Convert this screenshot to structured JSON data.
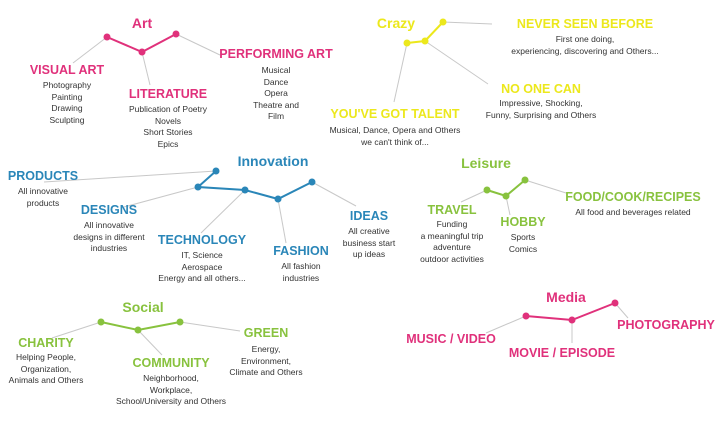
{
  "colors": {
    "art": "#e0317b",
    "crazy": "#ece81c",
    "innovation": "#2a86b8",
    "leisure": "#88c23e",
    "social": "#88c23e",
    "media": "#e0317b",
    "line": "#c8c8c8"
  },
  "art": {
    "title": "Art",
    "visual_art": {
      "label": "VISUAL ART",
      "desc": [
        "Photography",
        "Painting",
        "Drawing",
        "Sculpting"
      ]
    },
    "literature": {
      "label": "LITERATURE",
      "desc": [
        "Publication of Poetry",
        "Novels",
        "Short Stories",
        "Epics"
      ]
    },
    "performing_art": {
      "label": "PERFORMING ART",
      "desc": [
        "Musical",
        "Dance",
        "Opera",
        "Theatre and",
        "Film"
      ]
    }
  },
  "crazy": {
    "title": "Crazy",
    "never_seen": {
      "label": "NEVER SEEN BEFORE",
      "desc": [
        "First one doing,",
        "experiencing, discovering and Others..."
      ]
    },
    "no_one_can": {
      "label": "NO ONE CAN",
      "desc": [
        "Impressive, Shocking,",
        "Funny, Surprising and Others"
      ]
    },
    "talent": {
      "label": "YOU'VE GOT TALENT",
      "desc": [
        "Musical, Dance, Opera and Others",
        "we can't think of..."
      ]
    }
  },
  "innovation": {
    "title": "Innovation",
    "products": {
      "label": "PRODUCTS",
      "desc": [
        "All innovative",
        "products"
      ]
    },
    "designs": {
      "label": "DESIGNS",
      "desc": [
        "All innovative",
        "designs in different",
        "industries"
      ]
    },
    "technology": {
      "label": "TECHNOLOGY",
      "desc": [
        "IT, Science",
        "Aerospace",
        "Energy and all others..."
      ]
    },
    "fashion": {
      "label": "FASHION",
      "desc": [
        "All fashion",
        "industries"
      ]
    },
    "ideas": {
      "label": "IDEAS",
      "desc": [
        "All creative",
        "business start",
        "up ideas"
      ]
    }
  },
  "leisure": {
    "title": "Leisure",
    "travel": {
      "label": "TRAVEL",
      "desc": [
        "Funding",
        "a meaningful trip",
        "adventure",
        "outdoor activities"
      ]
    },
    "hobby": {
      "label": "HOBBY",
      "desc": [
        "Sports",
        "Comics"
      ]
    },
    "food": {
      "label": "FOOD/COOK/RECIPES",
      "desc": [
        "All food and beverages related"
      ]
    }
  },
  "social": {
    "title": "Social",
    "charity": {
      "label": "CHARITY",
      "desc": [
        "Helping People,",
        "Organization,",
        "Animals and Others"
      ]
    },
    "community": {
      "label": "COMMUNITY",
      "desc": [
        "Neighborhood,",
        "Workplace,",
        "School/University and Others"
      ]
    },
    "green": {
      "label": "GREEN",
      "desc": [
        "Energy,",
        "Environment,",
        "Climate and Others"
      ]
    }
  },
  "media": {
    "title": "Media",
    "music": {
      "label": "MUSIC / VIDEO"
    },
    "movie": {
      "label": "MOVIE / EPISODE"
    },
    "photography": {
      "label": "PHOTOGRAPHY"
    }
  }
}
